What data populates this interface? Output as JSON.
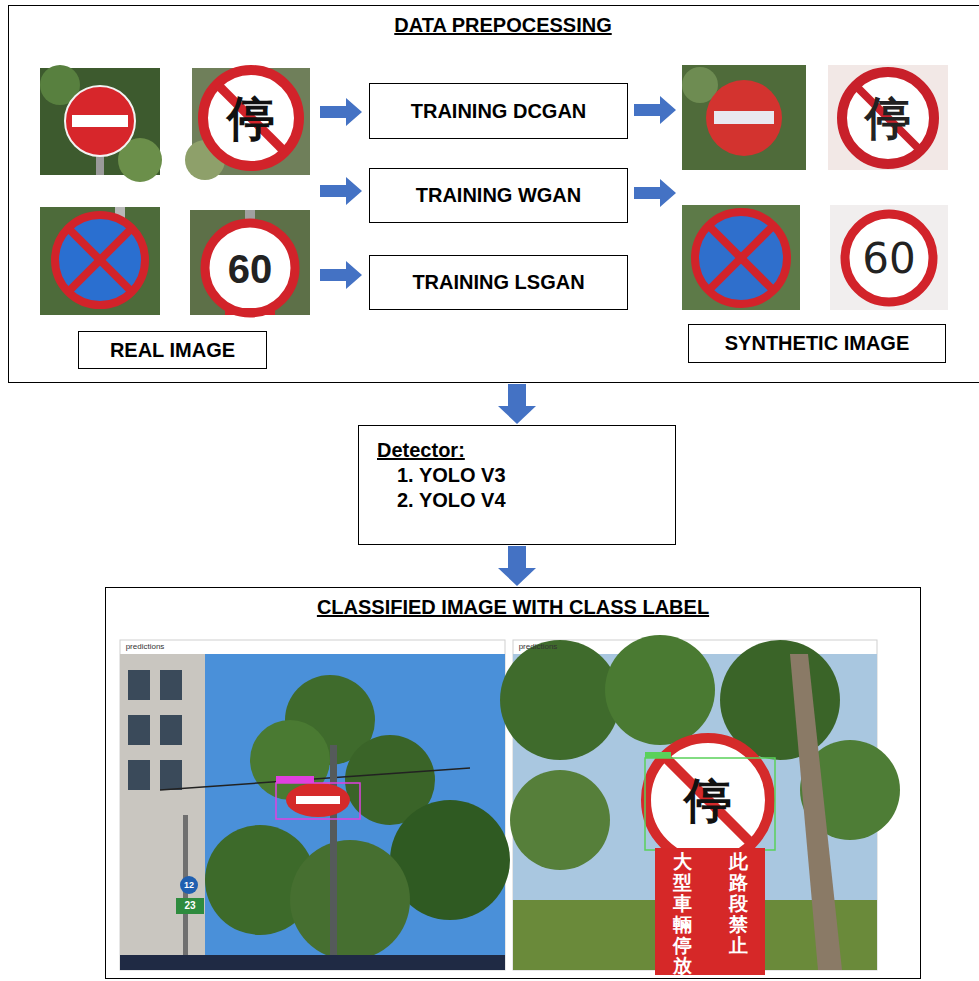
{
  "diagram": {
    "nodes": [
      {
        "text": [
          "DATA PREPOCESSING"
        ]
      },
      {
        "text": [
          "TRAINING DCGAN"
        ],
        "in": 0
      },
      {
        "text": [
          "TRAINING WGAN"
        ],
        "in": 0
      },
      {
        "text": [
          "TRAINING LSGAN"
        ],
        "in": 0
      },
      {
        "text": [
          "REAL IMAGE"
        ],
        "in": 0
      },
      {
        "text": [
          "SYNTHETIC IMAGE"
        ],
        "in": 0
      },
      {
        "text": [
          "Detector:",
          "1. YOLO V3",
          "2. YOLO V4"
        ]
      },
      {
        "text": [
          "CLASSIFIED IMAGE WITH CLASS LABEL"
        ]
      }
    ],
    "edges": [
      {
        "from": 0,
        "to": 6,
        "arrow": "to"
      },
      {
        "from": 6,
        "to": 7,
        "arrow": "to"
      }
    ],
    "labels": [
      "停",
      "60",
      "停",
      "60",
      "predictions",
      "predictions",
      "12",
      "23",
      "停",
      "此路段禁止",
      "大型車輛停放"
    ]
  }
}
